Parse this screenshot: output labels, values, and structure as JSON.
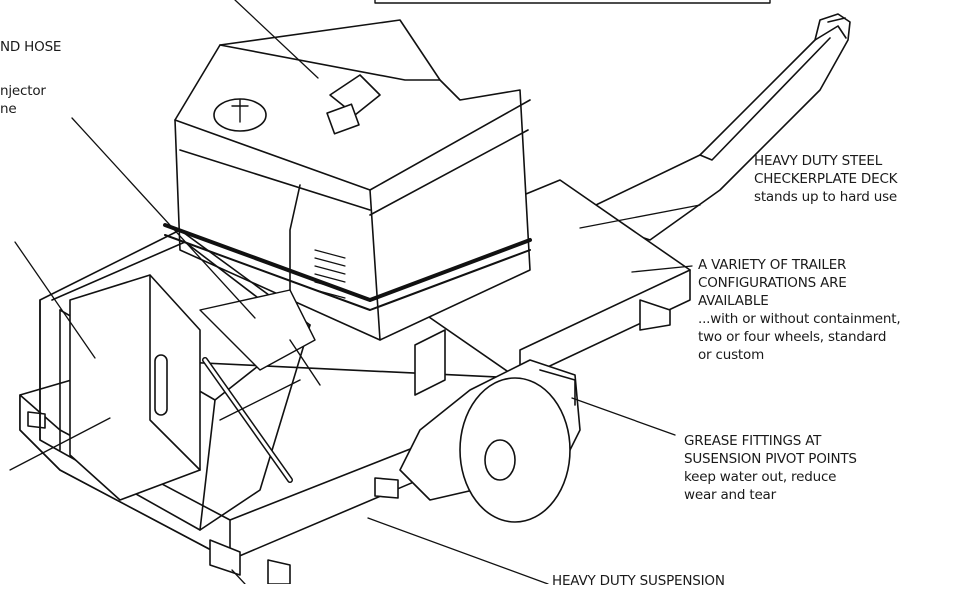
{
  "callouts": {
    "hose_partial": "ND HOSE",
    "injector_partial": [
      "njector",
      "ne"
    ],
    "deck": {
      "heading": [
        "HEAVY DUTY STEEL",
        "CHECKERPLATE DECK"
      ],
      "body": "stands up to hard use"
    },
    "trailer": {
      "heading": [
        "A VARIETY OF TRAILER",
        "CONFIGURATIONS ARE",
        "AVAILABLE"
      ],
      "body": [
        "...with or without containment,",
        "two or four wheels, standard",
        "or custom"
      ]
    },
    "grease": {
      "heading": [
        "GREASE FITTINGS AT",
        "SUSENSION PIVOT POINTS"
      ],
      "body": [
        "keep water out, reduce",
        "wear and tear"
      ]
    },
    "suspension_partial": "HEAVY DUTY SUSPENSION"
  }
}
